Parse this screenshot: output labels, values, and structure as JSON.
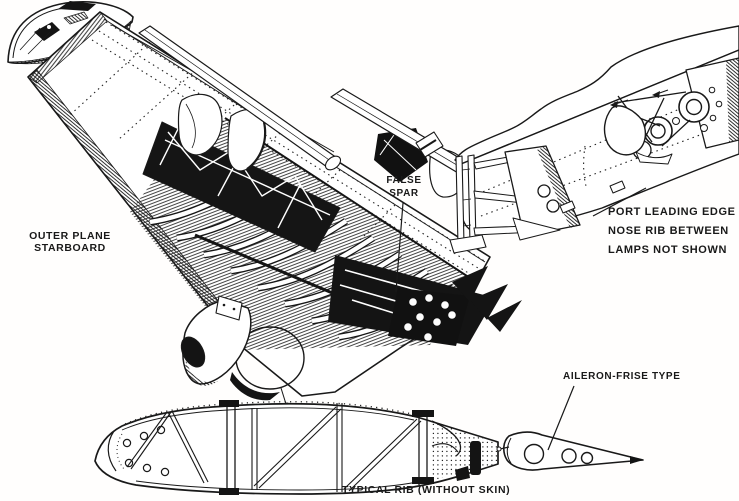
{
  "document": {
    "type": "technical cutaway illustration",
    "subject": "Aircraft outer wing structure, port leading edge and typical rib"
  },
  "palette": {
    "ink": "#191919",
    "paper": "#fffefd"
  },
  "annotations": {
    "outer_plane": {
      "line1": "OUTER PLANE",
      "line2": "STARBOARD"
    },
    "false_spar": {
      "line1": "FALSE",
      "line2": "SPAR"
    },
    "port_leading_edge": {
      "line1": "PORT LEADING EDGE",
      "line2": "NOSE RIB BETWEEN",
      "line3": "LAMPS NOT SHOWN"
    },
    "aileron": {
      "label": "AILERON-FRISE TYPE"
    },
    "typical_rib": {
      "caption": "TYPICAL RIB (WITHOUT SKIN)"
    }
  }
}
